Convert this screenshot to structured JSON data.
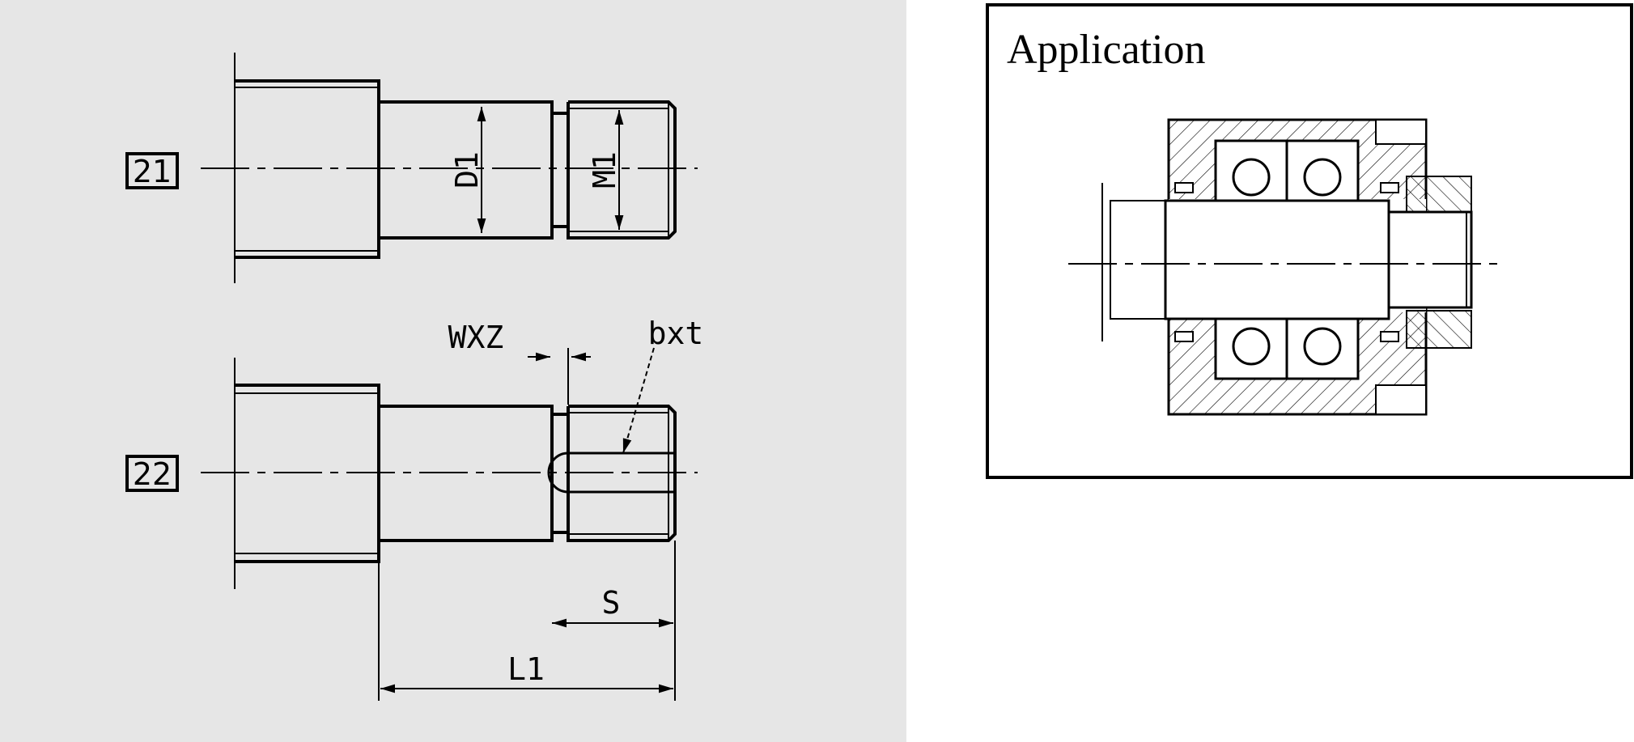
{
  "left_panel": {
    "background": "#e6e6e6",
    "part_21": {
      "tag": "21",
      "dim_d1": "D1",
      "dim_m1": "M1"
    },
    "part_22": {
      "tag": "22",
      "dim_wxz": "WXZ",
      "dim_bxt": "bxt",
      "dim_s": "S",
      "dim_l1": "L1"
    }
  },
  "right_panel": {
    "title": "Application"
  }
}
